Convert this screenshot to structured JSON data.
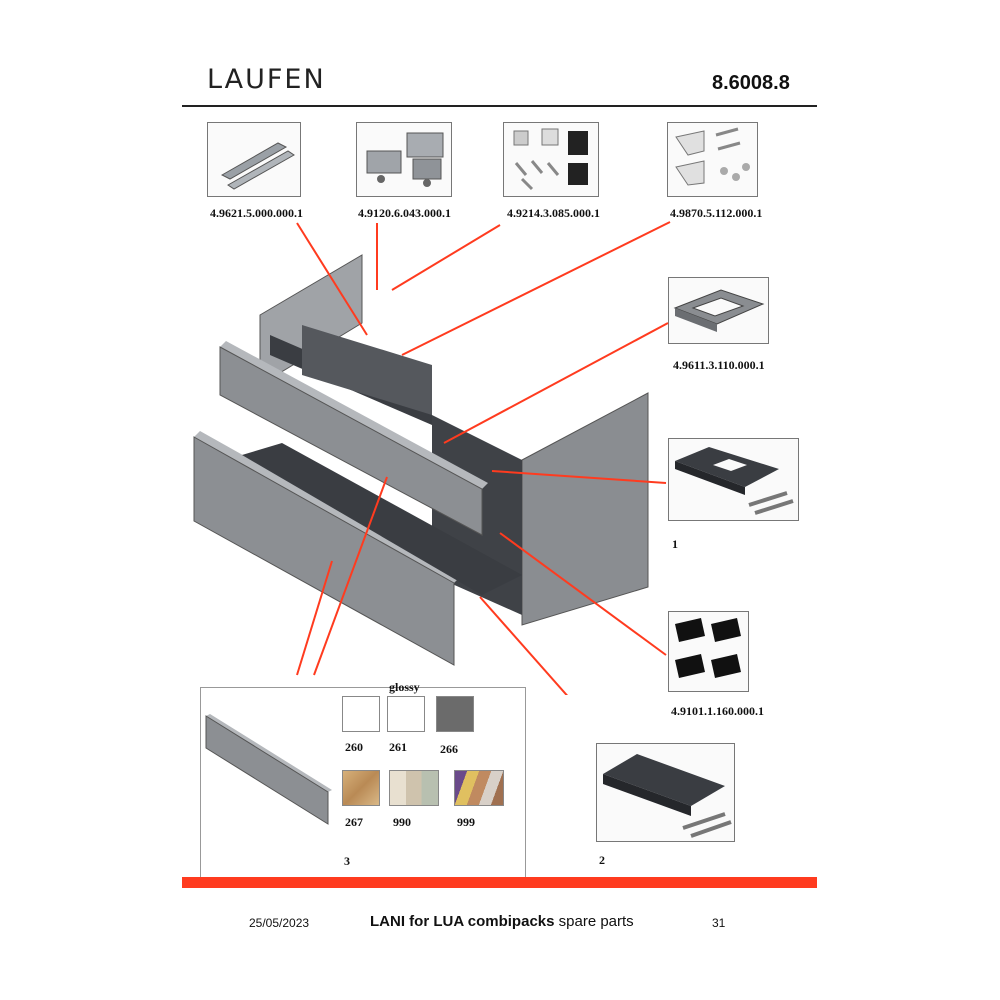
{
  "header": {
    "brand": "LAUFEN",
    "doc_number": "8.6008.8"
  },
  "parts": [
    {
      "number": "4.9621.5.000.000.1"
    },
    {
      "number": "4.9120.6.043.000.1"
    },
    {
      "number": "4.9214.3.085.000.1"
    },
    {
      "number": "4.9870.5.112.000.1"
    },
    {
      "number": "4.9611.3.110.000.1"
    },
    {
      "number": "4.9101.1.160.000.1"
    }
  ],
  "callouts": {
    "drawer_upper": "1",
    "drawer_lower": "2",
    "front": "3"
  },
  "finishes": {
    "glossy_label": "glossy",
    "items": [
      {
        "code": "260",
        "color": "#ffffff"
      },
      {
        "code": "261",
        "color": "#ffffff"
      },
      {
        "code": "266",
        "color": "#6b6b6b"
      },
      {
        "code": "267",
        "color": "#c9a06a"
      },
      {
        "code": "990",
        "color": "#d9cfbf"
      },
      {
        "code": "999",
        "color": "#b59b7a"
      }
    ]
  },
  "footer": {
    "date": "25/05/2023",
    "title_bold": "LANI for LUA combipacks",
    "title_regular": " spare parts",
    "page": "31"
  },
  "colors": {
    "accent": "#ff3b1f",
    "cabinet": "#8a8d91",
    "dark": "#3a3d42"
  }
}
